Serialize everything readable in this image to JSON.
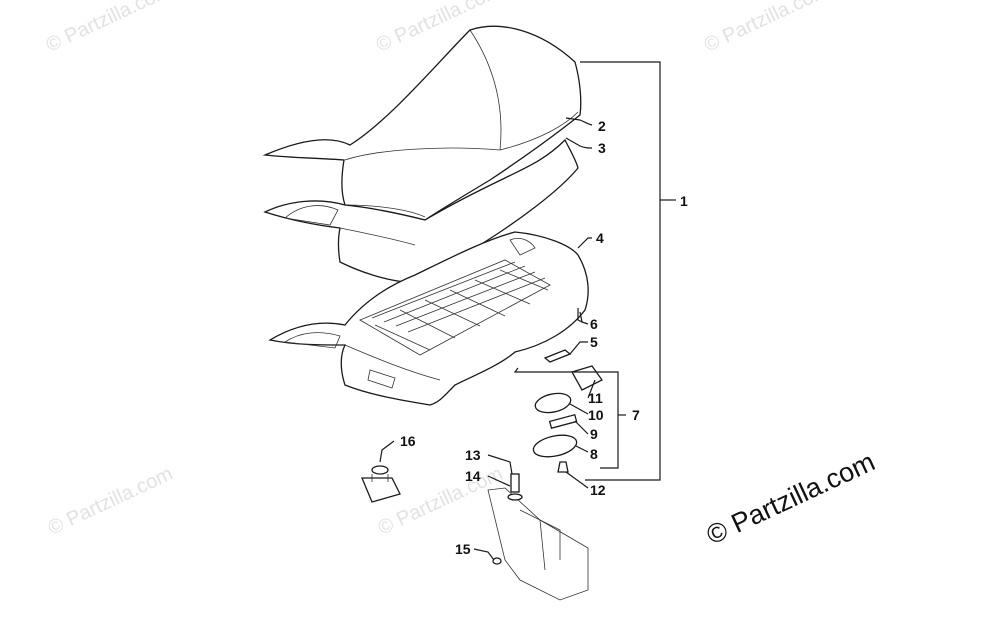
{
  "watermark_text": "© Partzilla.com",
  "brand_text": "© Partzilla.com",
  "callouts": [
    "1",
    "2",
    "3",
    "4",
    "5",
    "6",
    "7",
    "8",
    "9",
    "10",
    "11",
    "12",
    "13",
    "14",
    "15",
    "16"
  ]
}
